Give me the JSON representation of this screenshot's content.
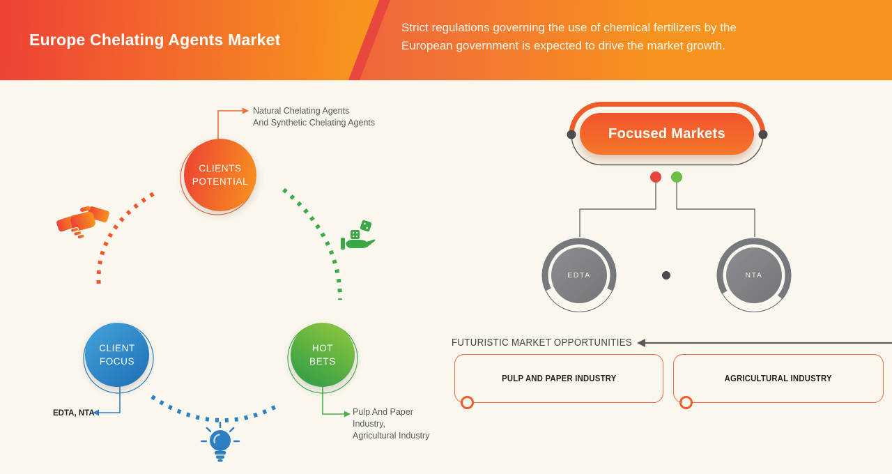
{
  "header": {
    "title": "Europe Chelating Agents Market",
    "subtitle": "Strict regulations governing the use of chemical fertilizers by the\nEuropean government is expected to drive the market growth."
  },
  "cycle": {
    "clients_potential": {
      "label": "CLIENTS\nPOTENTIAL",
      "note": "Natural Chelating Agents\nAnd Synthetic Chelating Agents"
    },
    "client_focus": {
      "label": "CLIENT\nFOCUS",
      "note": "EDTA, NTA"
    },
    "hot_bets": {
      "label": "HOT\nBETS",
      "note": "Pulp And Paper\nIndustry,\nAgricultural Industry"
    }
  },
  "focused_markets": {
    "title": "Focused Markets",
    "items": [
      "EDTA",
      "NTA"
    ]
  },
  "opportunities": {
    "heading": "FUTURISTIC MARKET OPPORTUNITIES",
    "items": [
      "PULP AND PAPER INDUSTRY",
      "AGRICULTURAL INDUSTRY"
    ]
  },
  "icons": {
    "cycle_left": "handshake-icon",
    "cycle_right": "dice-hand-icon",
    "cycle_bottom": "lightbulb-icon"
  },
  "colors": {
    "accent_orange": "#f15a29",
    "accent_blue": "#2e7fc1",
    "accent_green": "#3aa745",
    "red_marker": "#e9453f",
    "green_marker": "#6abf44",
    "gray": "#6d6e70",
    "background": "#faf8ee"
  }
}
